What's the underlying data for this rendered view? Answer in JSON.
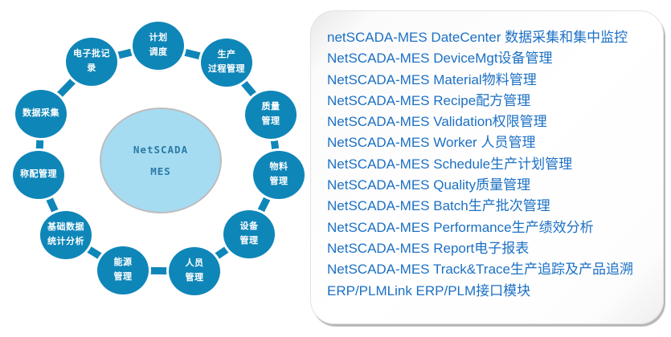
{
  "diagram": {
    "center_label": "NetSCADA\nMES",
    "nodes": [
      {
        "label": "计划\n调度"
      },
      {
        "label": "生产\n过程管理"
      },
      {
        "label": "质量\n管理"
      },
      {
        "label": "物料\n管理"
      },
      {
        "label": "设备\n管理"
      },
      {
        "label": "人员\n管理"
      },
      {
        "label": "能源\n管理"
      },
      {
        "label": "基础数据\n统计分析"
      },
      {
        "label": "称配管理"
      },
      {
        "label": "数据采集"
      },
      {
        "label": "电子批记\n录"
      }
    ],
    "colors": {
      "node_fill": "#0f86b8",
      "center_fill": "#a5dcf2",
      "center_border": "#bdbdbf",
      "center_text": "#2b7aa4"
    }
  },
  "panel": {
    "text_color": "#1c70c4",
    "items": [
      "netSCADA-MES DateCenter 数据采集和集中监控",
      "NetSCADA-MES DeviceMgt设备管理",
      "NetSCADA-MES Material物料管理",
      "NetSCADA-MES Recipe配方管理",
      "NetSCADA-MES Validation权限管理",
      "NetSCADA-MES Worker 人员管理",
      "NetSCADA-MES Schedule生产计划管理",
      "NetSCADA-MES Quality质量管理",
      "NetSCADA-MES Batch生产批次管理",
      "NetSCADA-MES Performance生产绩效分析",
      "NetSCADA-MES Report电子报表",
      "NetSCADA-MES Track&Trace生产追踪及产品追溯",
      "ERP/PLMLink ERP/PLM接口模块"
    ]
  }
}
